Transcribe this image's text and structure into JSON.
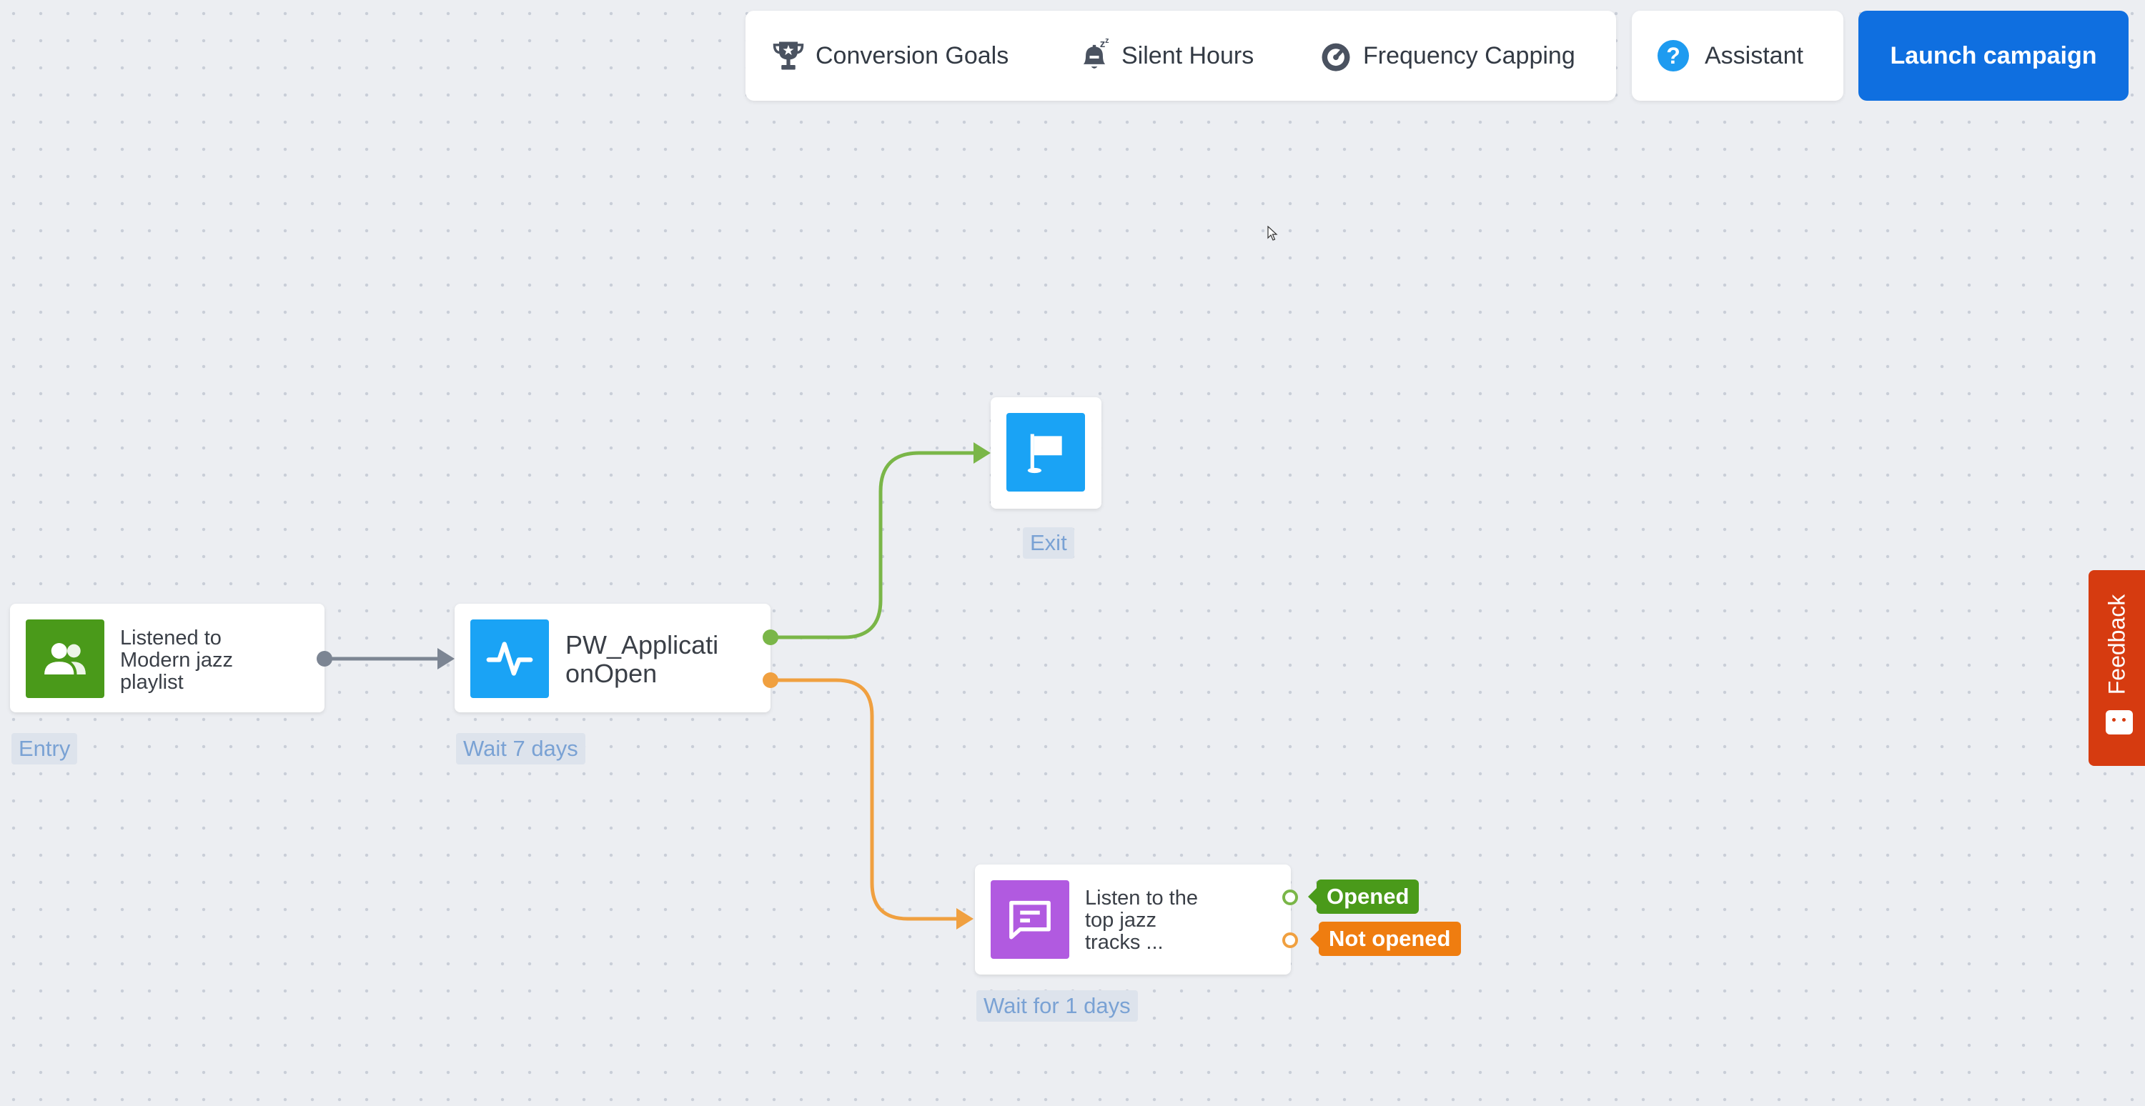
{
  "toolbar": {
    "conversion_goals": "Conversion Goals",
    "silent_hours": "Silent Hours",
    "frequency_capping": "Frequency Capping",
    "assistant": "Assistant",
    "launch_campaign": "Launch campaign"
  },
  "nodes": {
    "entry": {
      "title": "Listened to Modern jazz playlist",
      "lines": [
        "Listened to",
        "Modern jazz",
        "playlist"
      ],
      "caption": "Entry"
    },
    "event": {
      "lines": [
        "PW_Applicati",
        "onOpen"
      ],
      "caption": "Wait 7 days"
    },
    "exit": {
      "caption": "Exit"
    },
    "message": {
      "lines": [
        "Listen to the",
        "top jazz",
        "tracks ..."
      ],
      "caption": "Wait for 1 days"
    }
  },
  "branches": {
    "opened": "Opened",
    "not_opened": "Not opened"
  },
  "feedback": {
    "label": "Feedback"
  },
  "colors": {
    "accent": "#0f6fe0",
    "entry_icon": "#4a9a1a",
    "event_icon": "#1aa3f5",
    "exit_icon": "#1aa3f5",
    "message_icon": "#b15ae0",
    "connector": "#7c8593",
    "success_branch": "#7ab648",
    "fail_branch": "#f0a040",
    "opened_tag": "#4a9a1a",
    "not_opened_tag": "#ef7d10",
    "feedback": "#d63b10"
  }
}
